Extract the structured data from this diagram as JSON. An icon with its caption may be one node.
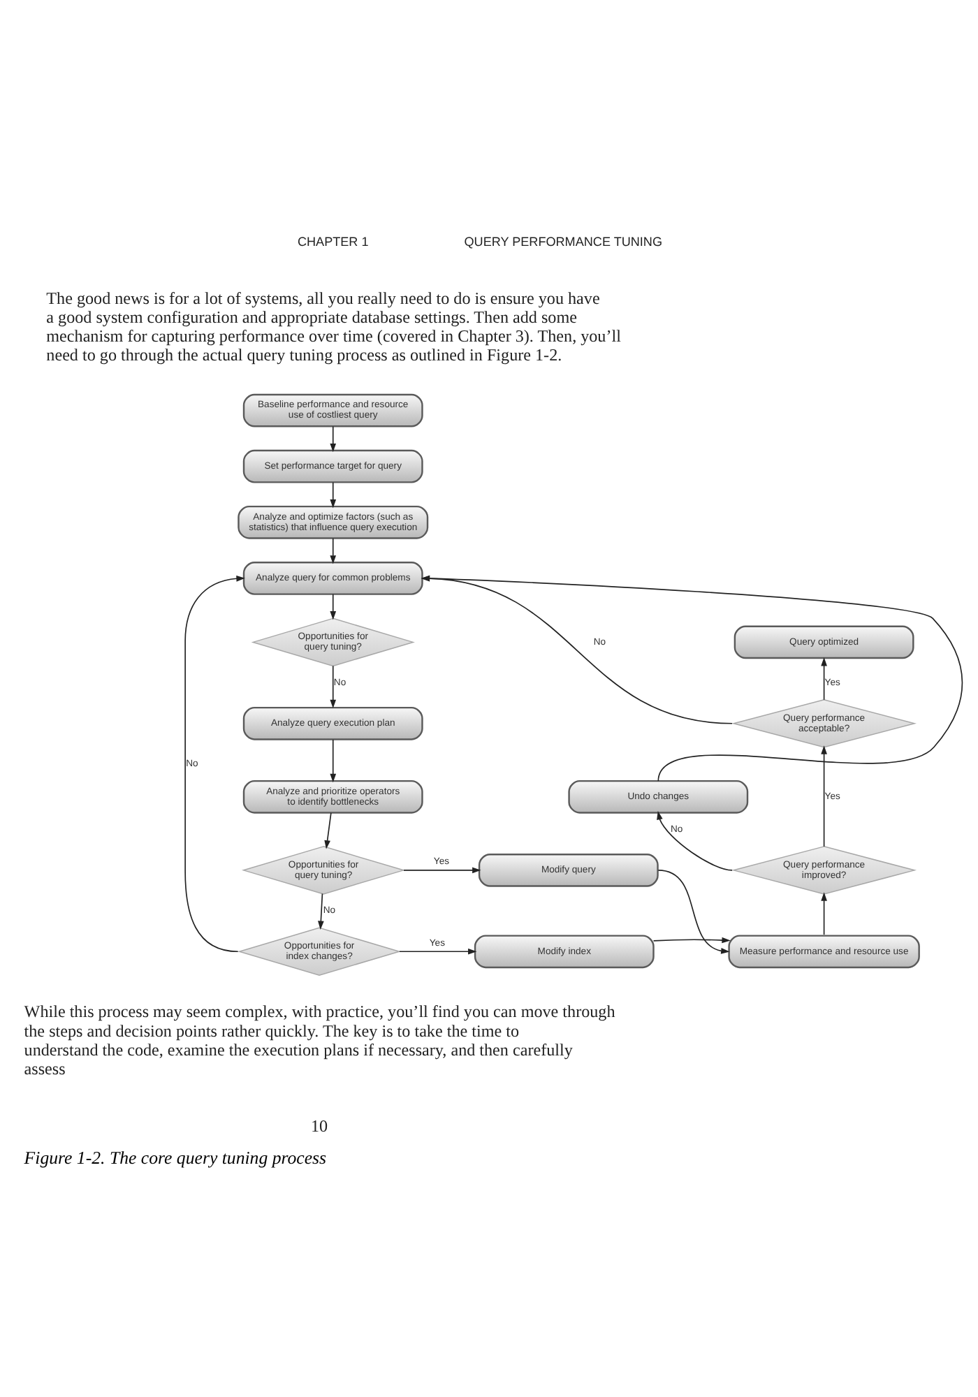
{
  "diagram": {
    "caption": "Figure 1-2. The core query tuning process",
    "nodes": [
      {
        "text": [
          "Baseline performance and resource use of costliest query"
        ]
      },
      {
        "text": [
          "Set performance target for query"
        ]
      },
      {
        "text": [
          "Analyze and optimize factors (such as statistics) that influence query execution"
        ]
      },
      {
        "text": [
          "Analyze query for common problems"
        ]
      },
      {
        "text": [
          "Opportunities for query tuning?"
        ]
      },
      {
        "text": [
          "Query optimized"
        ]
      },
      {
        "text": [
          "Analyze query execution plan"
        ]
      },
      {
        "text": [
          "Query performance acceptable?"
        ]
      },
      {
        "text": [
          "Analyze and prioritize operators to identify bottlenecks"
        ]
      },
      {
        "text": [
          "Undo changes"
        ]
      },
      {
        "text": [
          "Query performance improved?"
        ]
      },
      {
        "text": [
          "Opportunities for query tuning?"
        ]
      },
      {
        "text": [
          "Modify query"
        ]
      },
      {
        "text": [
          "Measure performance and resource use"
        ]
      },
      {
        "text": [
          "Opportunities for index changes?"
        ]
      },
      {
        "text": [
          "Modify index"
        ]
      }
    ],
    "edges": [
      {
        "from": 0,
        "to": 1,
        "arrow": "to"
      },
      {
        "from": 1,
        "to": 2,
        "arrow": "to"
      },
      {
        "from": 2,
        "to": 3,
        "arrow": "to"
      },
      {
        "from": 3,
        "to": 4,
        "arrow": "to"
      },
      {
        "from": 4,
        "to": 6,
        "arrow": "to",
        "label": "No"
      },
      {
        "from": 6,
        "to": 8,
        "arrow": "to"
      },
      {
        "from": 8,
        "to": 11,
        "arrow": "to"
      },
      {
        "from": 11,
        "to": 12,
        "arrow": "to",
        "label": "Yes"
      },
      {
        "from": 11,
        "to": 14,
        "arrow": "to",
        "label": "No"
      },
      {
        "from": 14,
        "to": 15,
        "arrow": "to",
        "label": "Yes"
      },
      {
        "from": 14,
        "to": 3,
        "arrow": "to",
        "label": "No"
      },
      {
        "from": 12,
        "to": 13,
        "arrow": "to"
      },
      {
        "from": 15,
        "to": 13,
        "arrow": "to"
      },
      {
        "from": 13,
        "to": 10,
        "arrow": "to"
      },
      {
        "from": 10,
        "to": 7,
        "arrow": "to",
        "label": "Yes"
      },
      {
        "from": 7,
        "to": 5,
        "arrow": "to",
        "label": "Yes"
      },
      {
        "from": 10,
        "to": 9,
        "arrow": "to",
        "label": "No"
      },
      {
        "from": 9,
        "to": 3,
        "arrow": "to"
      },
      {
        "from": 7,
        "to": 3,
        "arrow": "to",
        "label": "No"
      }
    ],
    "labels": [
      "CHAPTER 1",
      "QUERY PERFORMANCE TUNING",
      "The good news is for a lot of systems, all you really need to do is ensure you have a good system configuration and appropriate database settings. Then add some mechanism for capturing performance over time (covered in Chapter 3). Then, you’ll need to go through the actual query tuning process as outlined in Figure 1-2.",
      "While this process may seem complex, with practice, you’ll find you can move through the steps and decision points rather quickly. The key is to take the time to understand the code, examine the execution plans if necessary, and then carefully assess",
      "10"
    ]
  }
}
